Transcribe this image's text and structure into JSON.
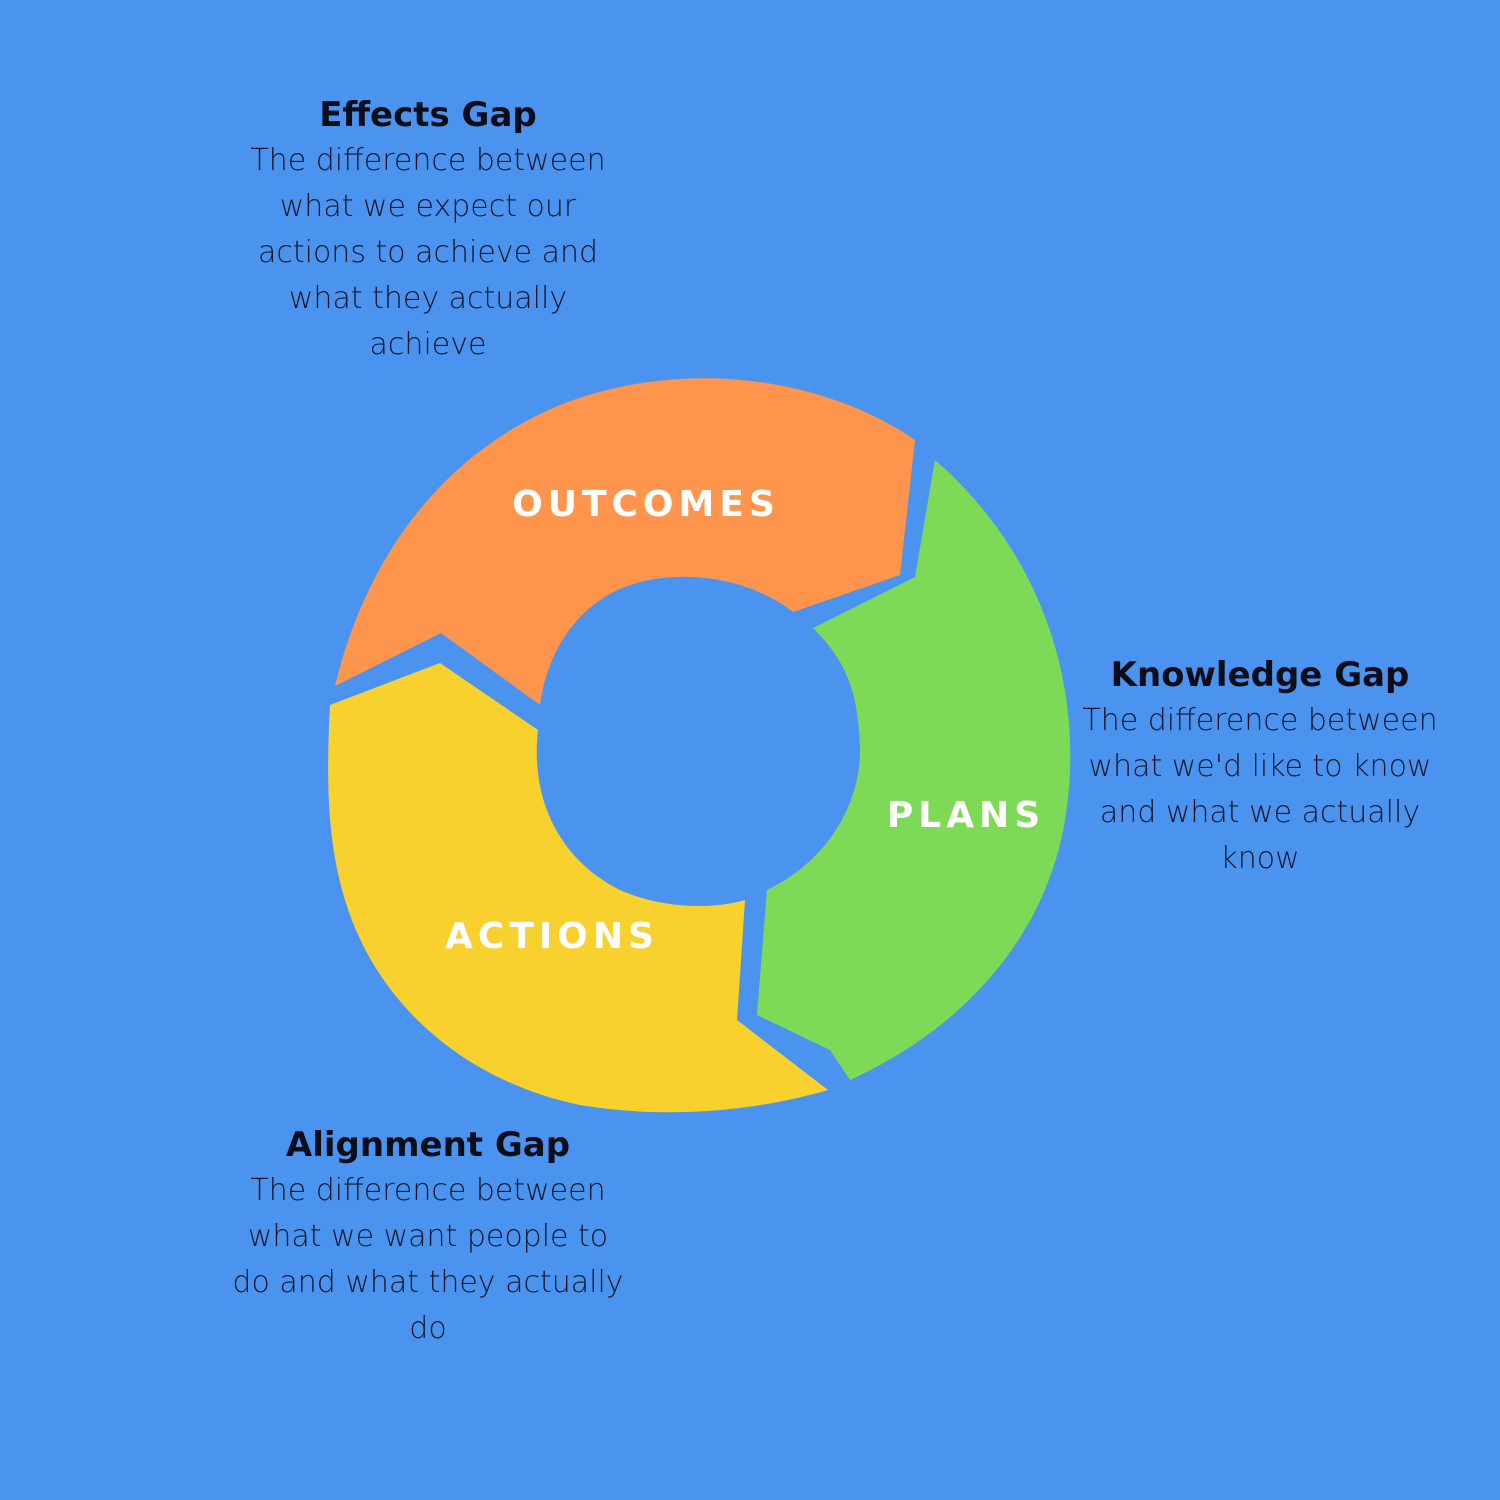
{
  "cycle": {
    "segments": [
      {
        "id": "outcomes",
        "label": "OUTCOMES",
        "color": "#ff944d"
      },
      {
        "id": "plans",
        "label": "PLANS",
        "color": "#7ed957"
      },
      {
        "id": "actions",
        "label": "ACTIONS",
        "color": "#f9d12e"
      }
    ]
  },
  "gaps": {
    "effects": {
      "title": "Effects Gap",
      "description": "The difference between what we expect our actions to achieve and what they actually achieve"
    },
    "knowledge": {
      "title": "Knowledge Gap",
      "description": "The difference between what we'd like to know and what we actually know"
    },
    "alignment": {
      "title": "Alignment Gap",
      "description": "The difference between what we want people to do and what they actually do"
    }
  },
  "colors": {
    "background": "#4a94ef",
    "text": "#0d0d1a"
  }
}
